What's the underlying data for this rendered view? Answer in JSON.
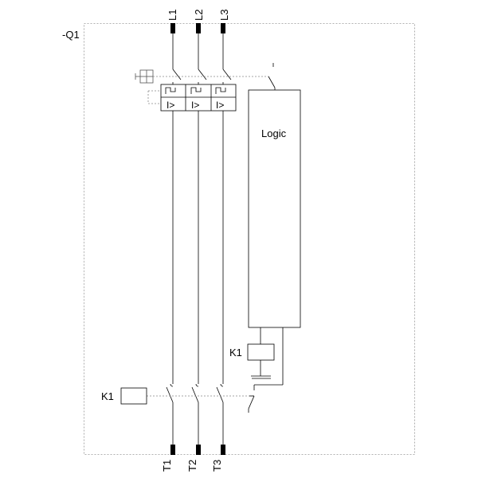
{
  "device": {
    "designation": "-Q1"
  },
  "terminals": {
    "line": [
      "L1",
      "L2",
      "L3"
    ],
    "load": [
      "T1",
      "T2",
      "T3"
    ]
  },
  "logic_block": {
    "label": "Logic"
  },
  "contactor": {
    "coil_top": "K1",
    "coil_left": "K1"
  },
  "trip_units": {
    "symbol": "I>"
  },
  "colors": {
    "line": "#000000",
    "dashed": "#808080",
    "terminal": "#000000"
  }
}
